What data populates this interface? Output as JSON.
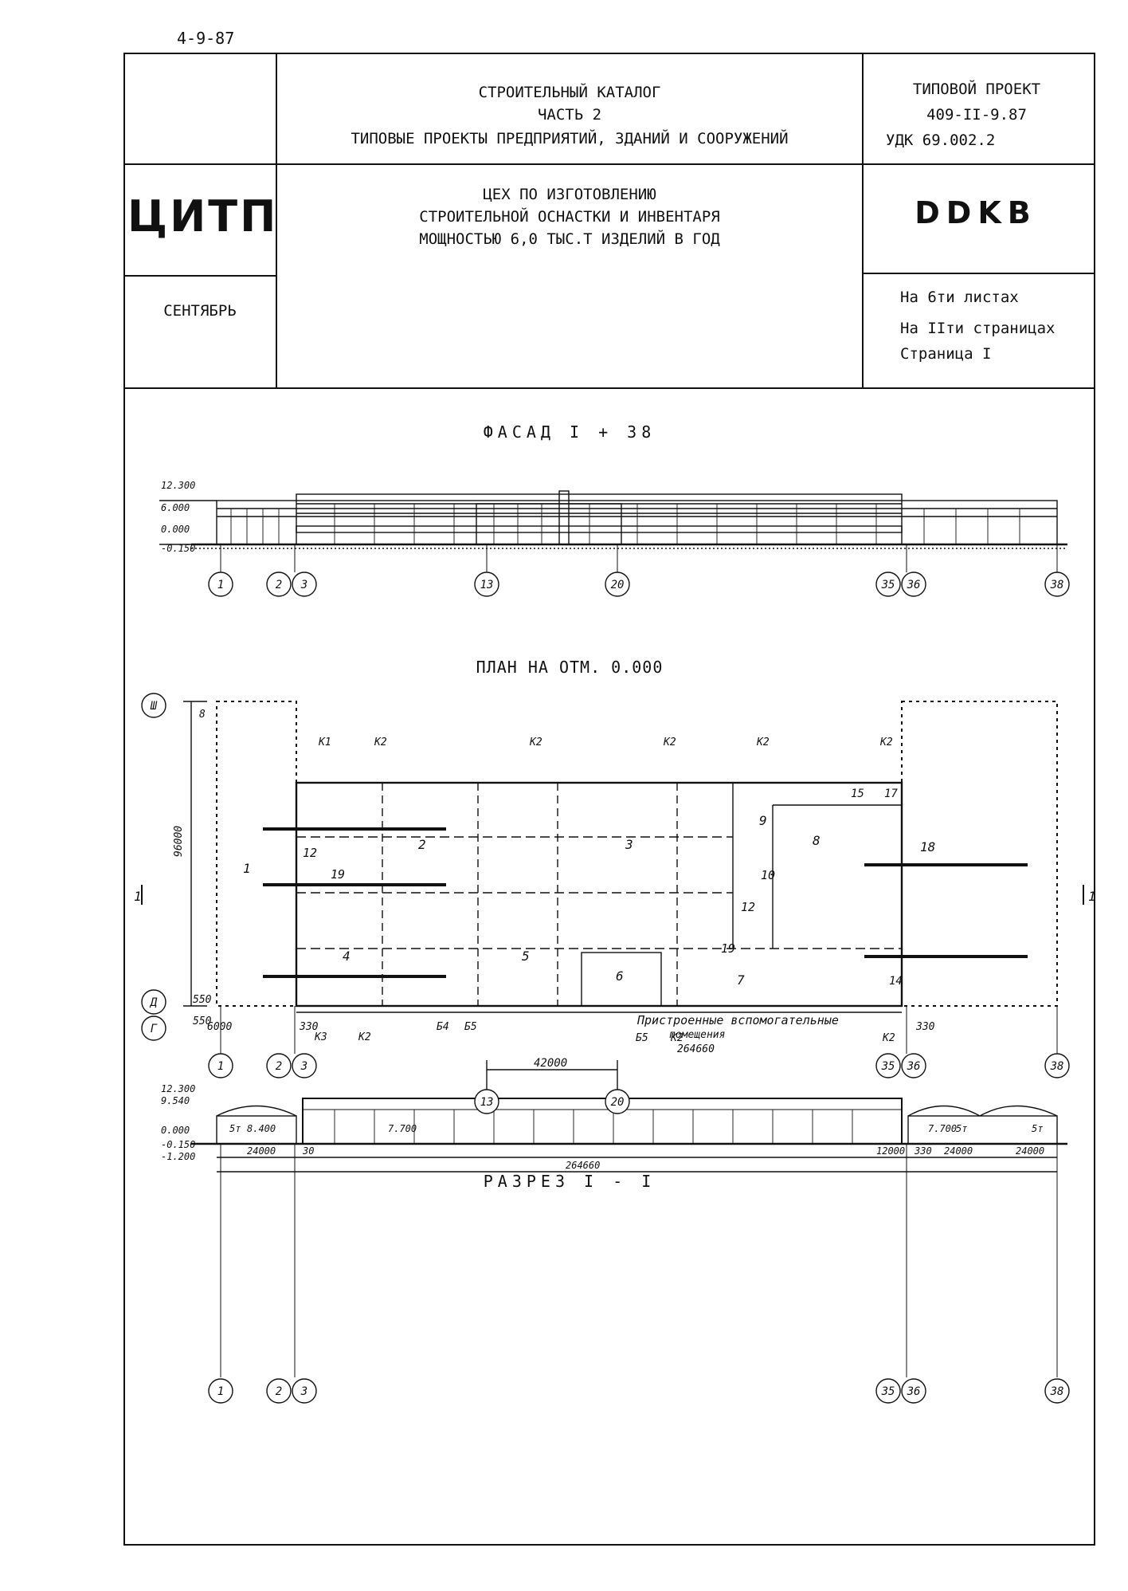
{
  "sheet_code": "4-9-87",
  "header": {
    "catalog_line1": "СТРОИТЕЛЬНЫЙ КАТАЛОГ",
    "catalog_line2": "ЧАСТЬ 2",
    "catalog_line3": "ТИПОВЫЕ  ПРОЕКТЫ ПРЕДПРИЯТИЙ, ЗДАНИЙ И СООРУЖЕНИЙ",
    "project_line1": "ТИПОВОЙ ПРОЕКТ",
    "project_line2": "409-II-9.87",
    "project_line3": "УДК 69.002.2",
    "org": "ЦИТП",
    "object_line1": "ЦЕХ ПО ИЗГОТОВЛЕНИЮ",
    "object_line2": "СТРОИТЕЛЬНОЙ ОСНАСТКИ И ИНВЕНТАРЯ",
    "object_line3": "МОЩНОСТЬЮ 6,0 ТЫС.Т ИЗДЕЛИЙ В ГОД",
    "code": "DDKB",
    "month": "СЕНТЯБРЬ",
    "sheets_line": "На     6ти  листах",
    "pages_line": "На     IIти страницах",
    "page_line": "Страница I"
  },
  "facade": {
    "title": "ФАСАД  I + 38",
    "levels": [
      "12.300",
      "6.000",
      "0.000",
      "-0.150"
    ],
    "axes": [
      "1",
      "2",
      "3",
      "13",
      "20",
      "35",
      "36",
      "38"
    ]
  },
  "plan": {
    "title": "ПЛАН НА ОТМ. 0.000",
    "row_axes": [
      "Ш",
      "Д",
      "Г"
    ],
    "overall_height": "96000",
    "dims": [
      "6000",
      "330",
      "330",
      "550",
      "550",
      "8"
    ],
    "entries": [
      "К1",
      "К2",
      "К2",
      "К2",
      "К2",
      "К2",
      "К3",
      "К2",
      "Б4",
      "Б5",
      "Б5",
      "К2",
      "К2"
    ],
    "room_numbers": [
      "1",
      "2",
      "3",
      "4",
      "5",
      "6",
      "7",
      "8",
      "9",
      "10",
      "12",
      "12",
      "14",
      "15",
      "17",
      "18",
      "19",
      "19"
    ],
    "annex_label_1": "Пристроенные вспомогательные",
    "annex_label_2": "помещения",
    "annex_length": "264660",
    "section_mark": "1",
    "span_42": "42000",
    "axes": [
      "1",
      "2",
      "3",
      "13",
      "20",
      "35",
      "36",
      "38"
    ]
  },
  "section": {
    "title": "РАЗРЕЗ I - I",
    "levels": [
      "12.300",
      "9.540",
      "0.000",
      "-0.150",
      "-1.200"
    ],
    "inner_marks": [
      "8.400",
      "7.700",
      "7.700"
    ],
    "crane_marks": [
      "5т",
      "5т",
      "5т"
    ],
    "dims": [
      "24000",
      "30",
      "264660",
      "12000",
      "330",
      "24000",
      "24000"
    ],
    "axes": [
      "1",
      "2",
      "3",
      "35",
      "36",
      "38"
    ]
  }
}
